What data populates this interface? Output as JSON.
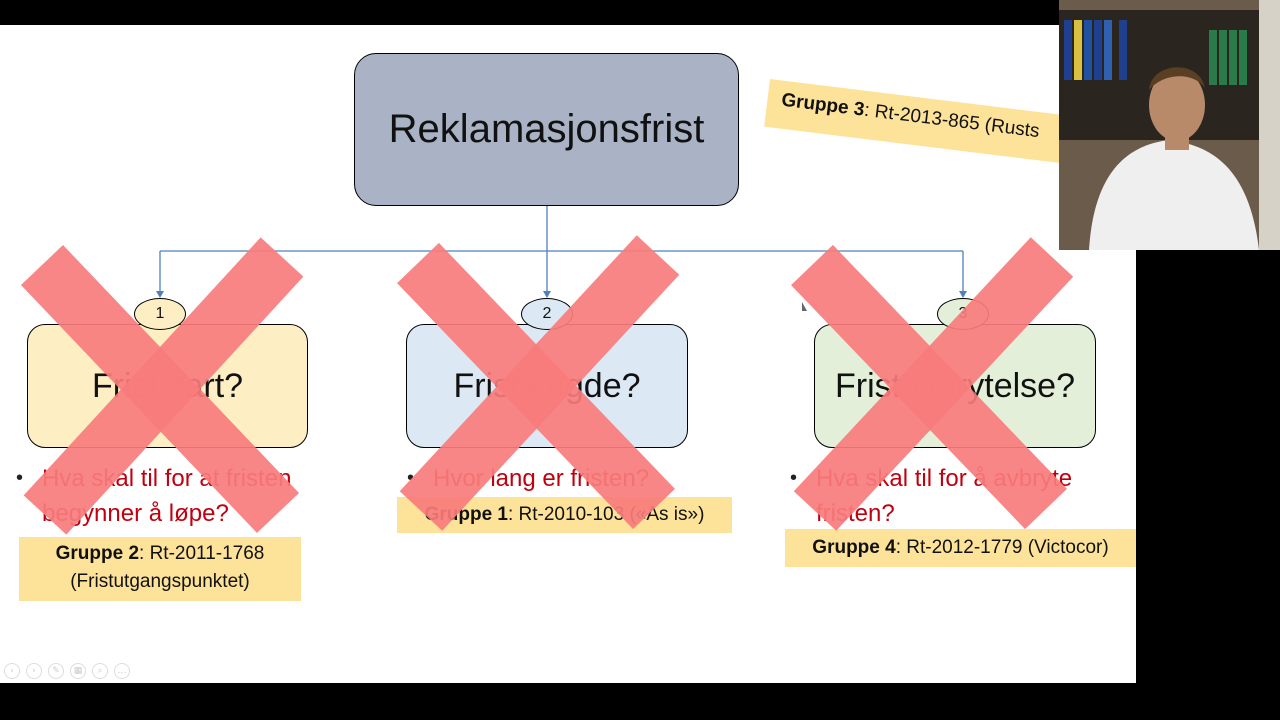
{
  "slide": {
    "root_title": "Reklamasjonsfrist",
    "colors": {
      "root_fill": "#aab3c5",
      "cross": "#f97c7c",
      "case_fill": "#fde29a",
      "bullet_text": "#c0000f",
      "connector": "#4f81bd"
    },
    "columns": [
      {
        "number": "1",
        "title": "Friststart?",
        "fill": "#fdeec4",
        "bullet_line1": "Hva skal til for at fristen",
        "bullet_line2": "begynner å løpe?",
        "case_group": "Gruppe 2",
        "case_ref": ": Rt-2011-1768",
        "case_name": "(Fristutgangspunktet)"
      },
      {
        "number": "2",
        "title": "Fristlengde?",
        "fill": "#dde8f5",
        "bullet_line1": "Hvor lang er fristen?",
        "case_group": "Gruppe 1",
        "case_ref": ": Rt-2010-103 («As is»)"
      },
      {
        "number": "3",
        "title": "Fristavbrytelse?",
        "fill": "#e3efd8",
        "bullet_line1": "Hva skal til for å avbryte",
        "bullet_line2": "fristen?",
        "case_group": "Gruppe 4",
        "case_ref": ": Rt-2012-1779 (Victocor)"
      }
    ],
    "rotated_case": {
      "group": "Gruppe 3",
      "ref": ": Rt-2013-865 (Rusts"
    }
  },
  "icons": {
    "webcam": "presenter-webcam",
    "toolbar": [
      "prev-icon",
      "next-icon",
      "pen-icon",
      "slides-icon",
      "zoom-icon",
      "more-icon"
    ]
  }
}
